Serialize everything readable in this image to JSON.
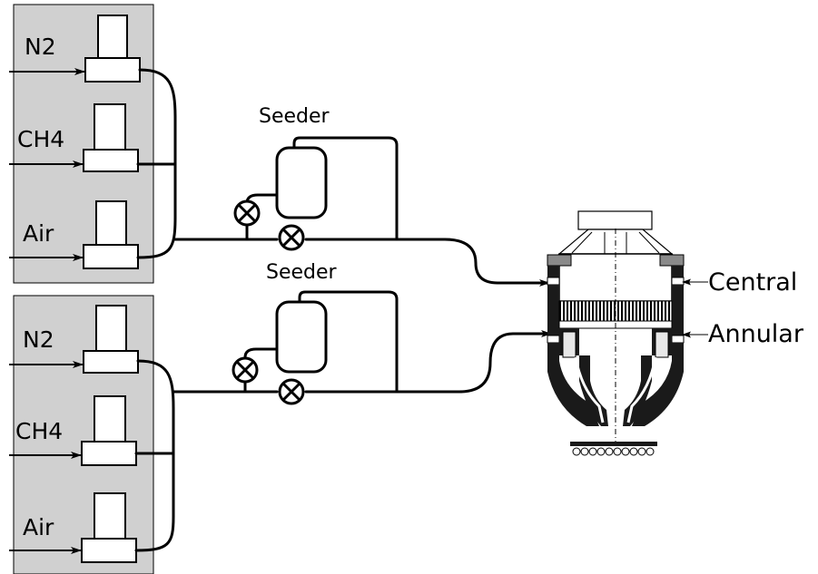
{
  "colors": {
    "panel": "#d0d0d0",
    "ink": "#000000",
    "burner_dark": "#1a1a1a",
    "burner_mid": "#8a8a8a",
    "burner_light": "#e8e8e8"
  },
  "supply_top": {
    "gases": [
      "N2",
      "CH4",
      "Air"
    ]
  },
  "supply_bottom": {
    "gases": [
      "N2",
      "CH4",
      "Air"
    ]
  },
  "seeder_top": {
    "label": "Seeder"
  },
  "seeder_bottom": {
    "label": "Seeder"
  },
  "burner": {
    "central_label": "Central",
    "annular_label": "Annular"
  }
}
